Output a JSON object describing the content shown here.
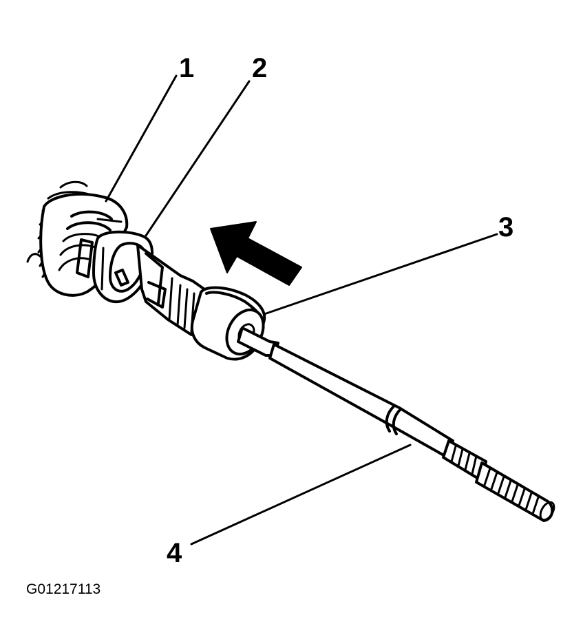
{
  "callouts": [
    {
      "id": "1",
      "label": "1"
    },
    {
      "id": "2",
      "label": "2"
    },
    {
      "id": "3",
      "label": "3"
    },
    {
      "id": "4",
      "label": "4"
    }
  ],
  "figure_id": "G01217113",
  "colors": {
    "ink": "#000000",
    "paper": "#ffffff"
  },
  "icons": {
    "direction_arrow": "arrow-up-left-icon"
  }
}
